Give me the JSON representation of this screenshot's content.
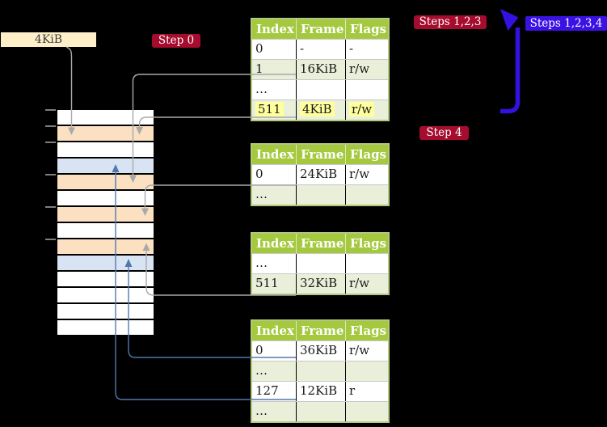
{
  "colors": {
    "background": "#000000",
    "table_header_bg": "#a4c93f",
    "table_row_alt_bg": "#e9efd9",
    "table_border": "#b2c77f",
    "cell_separator": "#000000",
    "row_separator": "#c9c9c9",
    "highlight_yellow": "#ffff9e",
    "badge_red_bg": "#a60c2d",
    "badge_blue_bg": "#3b12e4",
    "big_arrow_blue": "#3511e0",
    "connector_gray": "#a9a9a9",
    "connector_blue": "#5377ad",
    "memory_peach": "#fbe1c2",
    "memory_blue": "#d8e4f4",
    "memory_white": "#ffffff",
    "label_box_bg": "#fdf0c9",
    "tick_gray": "#7f7f7f"
  },
  "labels": {
    "frame_size": "4KiB",
    "step0": "Step 0",
    "steps123": "Steps 1,2,3",
    "steps1234": "Steps 1,2,3,4",
    "step4": "Step 4"
  },
  "tables": [
    {
      "name": "level-4-table",
      "headers": [
        "Index",
        "Frame",
        "Flags"
      ],
      "rows": [
        {
          "cells": [
            "0",
            "-",
            "-"
          ],
          "highlight": false
        },
        {
          "cells": [
            "1",
            "16KiB",
            "r/w"
          ],
          "highlight": false
        },
        {
          "cells": [
            "…",
            "",
            ""
          ],
          "highlight": false
        },
        {
          "cells": [
            "511",
            "4KiB",
            "r/w"
          ],
          "highlight": true
        }
      ]
    },
    {
      "name": "level-3-table",
      "headers": [
        "Index",
        "Frame",
        "Flags"
      ],
      "rows": [
        {
          "cells": [
            "0",
            "24KiB",
            "r/w"
          ],
          "highlight": false
        },
        {
          "cells": [
            "…",
            "",
            ""
          ],
          "highlight": false
        }
      ]
    },
    {
      "name": "level-2-table",
      "headers": [
        "Index",
        "Frame",
        "Flags"
      ],
      "rows": [
        {
          "cells": [
            "…",
            "",
            ""
          ],
          "highlight": false
        },
        {
          "cells": [
            "511",
            "32KiB",
            "r/w"
          ],
          "highlight": false
        }
      ]
    },
    {
      "name": "level-1-table",
      "headers": [
        "Index",
        "Frame",
        "Flags"
      ],
      "rows": [
        {
          "cells": [
            "0",
            "36KiB",
            "r/w"
          ],
          "highlight": false
        },
        {
          "cells": [
            "…",
            "",
            ""
          ],
          "highlight": false
        },
        {
          "cells": [
            "127",
            "12KiB",
            "r"
          ],
          "highlight": false
        },
        {
          "cells": [
            "…",
            "",
            ""
          ],
          "highlight": false
        }
      ]
    }
  ],
  "memory": {
    "rows": [
      "white",
      "peach",
      "white",
      "blue",
      "peach",
      "white",
      "peach",
      "white",
      "peach",
      "blue",
      "white",
      "white",
      "white",
      "white"
    ]
  }
}
